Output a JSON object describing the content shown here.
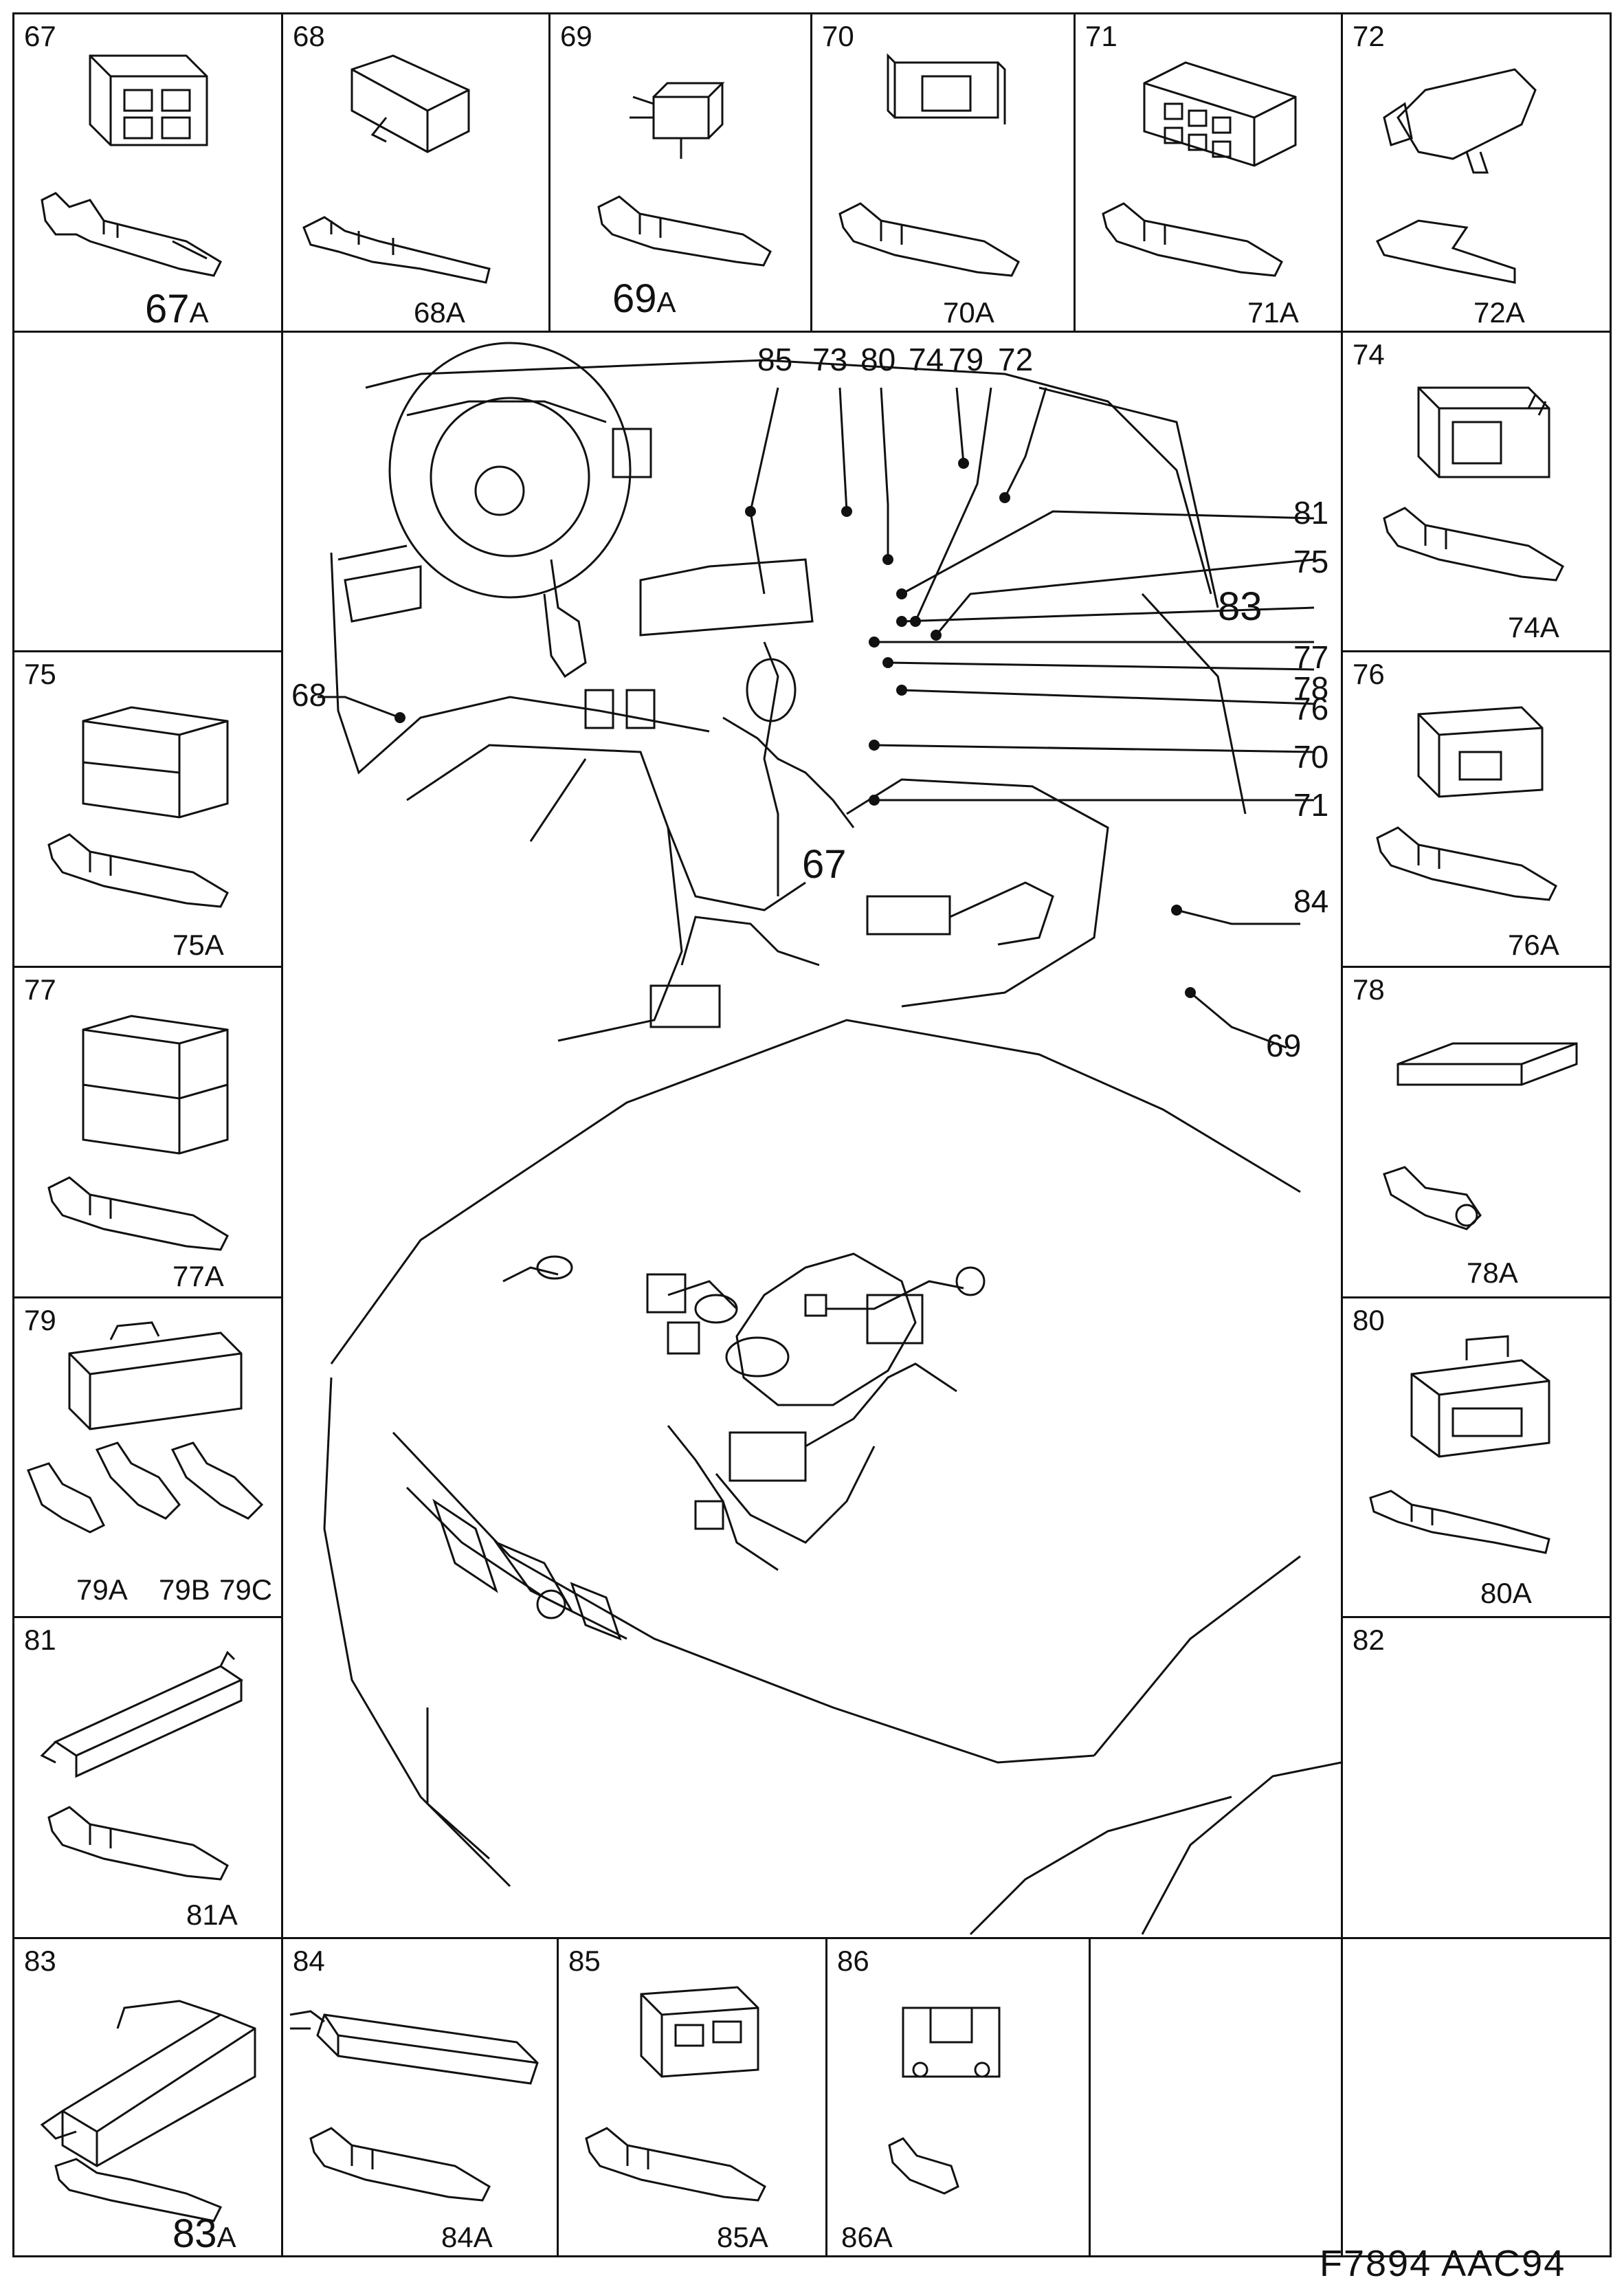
{
  "figure_ref": "F7894 AAC94",
  "cells": {
    "c67": {
      "num": "67",
      "sub": "67",
      "sub_suffix": "A"
    },
    "c68": {
      "num": "68",
      "sub": "68A"
    },
    "c69": {
      "num": "69",
      "sub": "69",
      "sub_suffix": "A"
    },
    "c70": {
      "num": "70",
      "sub": "70A"
    },
    "c71": {
      "num": "71",
      "sub": "71A"
    },
    "c72": {
      "num": "72",
      "sub": "72A"
    },
    "c74": {
      "num": "74",
      "sub": "74A"
    },
    "c75": {
      "num": "75",
      "sub": "75A"
    },
    "c76": {
      "num": "76",
      "sub": "76A"
    },
    "c77": {
      "num": "77",
      "sub": "77A"
    },
    "c78": {
      "num": "78",
      "sub": "78A"
    },
    "c79": {
      "num": "79",
      "sub_a": "79A",
      "sub_b": "79B",
      "sub_c": "79C"
    },
    "c80": {
      "num": "80",
      "sub": "80A"
    },
    "c81": {
      "num": "81",
      "sub": "81A"
    },
    "c82": {
      "num": "82"
    },
    "c83": {
      "num": "83",
      "sub": "83",
      "sub_suffix": "A"
    },
    "c84": {
      "num": "84",
      "sub": "84A"
    },
    "c85": {
      "num": "85",
      "sub": "85A"
    },
    "c86": {
      "num": "86",
      "sub": "86A"
    }
  },
  "callouts": {
    "top": [
      "85",
      "73",
      "80",
      "74",
      "79",
      "72"
    ],
    "right": [
      "81",
      "75",
      "83",
      "77",
      "78",
      "76",
      "70",
      "71",
      "84",
      "69"
    ],
    "left": [
      "68",
      "67"
    ]
  }
}
